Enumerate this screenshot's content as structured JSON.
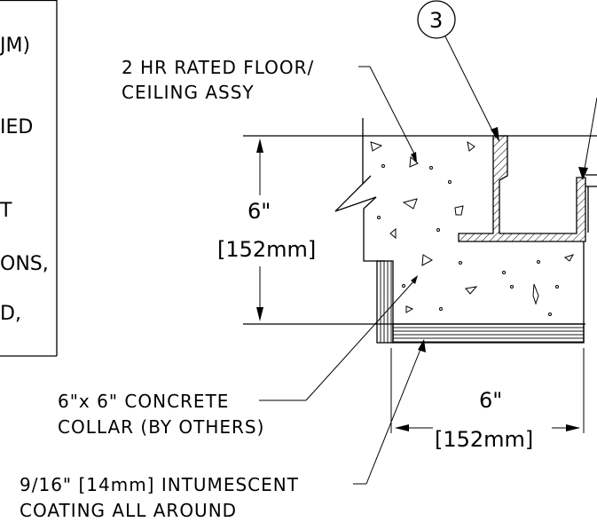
{
  "side_note": {
    "lines": [
      {
        "text": "JM)"
      },
      {
        "text": "IED"
      },
      {
        "text": "T"
      },
      {
        "text": "ONS,"
      },
      {
        "text": "D,"
      }
    ]
  },
  "callout": {
    "number": "3"
  },
  "labels": {
    "floor_assembly_line1": "2 HR RATED FLOOR/",
    "floor_assembly_line2": "CEILING ASSY",
    "collar_line1": "6\"x 6\" CONCRETE",
    "collar_line2": "COLLAR (BY OTHERS)",
    "coating_line1": "9/16\" [14mm] INTUMESCENT",
    "coating_line2": "COATING ALL AROUND"
  },
  "dimensions": {
    "vertical_value": "6\"",
    "vertical_metric": "[152mm]",
    "horizontal_value": "6\"",
    "horizontal_metric": "[152mm]"
  }
}
